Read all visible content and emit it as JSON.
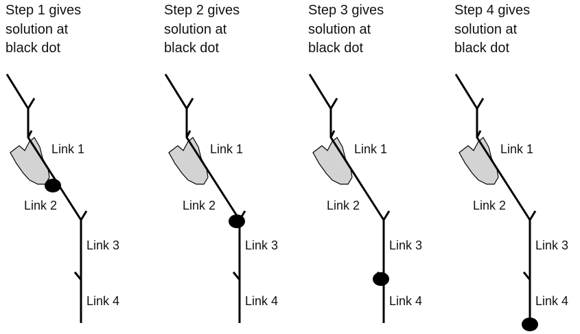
{
  "panels": [
    {
      "caption": [
        "Step 1 gives",
        "solution at",
        "black dot"
      ],
      "dot_link": "Link 1"
    },
    {
      "caption": [
        "Step 2 gives",
        "solution at",
        "black dot"
      ],
      "dot_link": "Link 2"
    },
    {
      "caption": [
        "Step 3 gives",
        "solution at",
        "black dot"
      ],
      "dot_link": "Link 3"
    },
    {
      "caption": [
        "Step 4 gives",
        "solution at",
        "black dot"
      ],
      "dot_link": "Link 4"
    }
  ],
  "link_labels": [
    "Link 1",
    "Link 2",
    "Link 3",
    "Link 4"
  ],
  "colors": {
    "line": "#000000",
    "lake_fill": "#d3d3d3",
    "dot": "#000000"
  }
}
